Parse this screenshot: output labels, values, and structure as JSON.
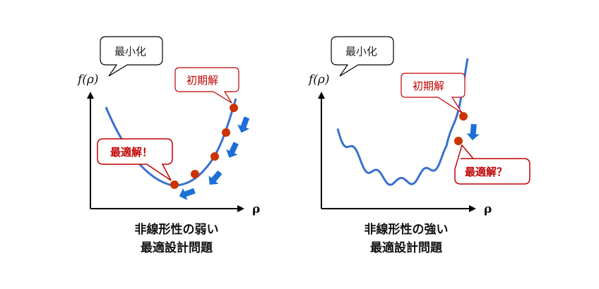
{
  "left_panel": {
    "objective_bubble": "最小化",
    "y_axis_label": "f(ρ)",
    "x_axis_label": "ρ",
    "initial_label": "初期解",
    "result_label": "最適解！",
    "caption_line1": "非線形性の弱い",
    "caption_line2": "最適設計問題"
  },
  "right_panel": {
    "objective_bubble": "最小化",
    "y_axis_label": "f(ρ)",
    "x_axis_label": "ρ",
    "initial_label": "初期解",
    "result_label": "最適解？",
    "caption_line1": "非線形性の強い",
    "caption_line2": "最適設計問題"
  },
  "colors": {
    "curve": "#3a6fd0",
    "point": "#cc3300",
    "arrow": "#1c6fd6",
    "callout_red": "#c00000"
  }
}
